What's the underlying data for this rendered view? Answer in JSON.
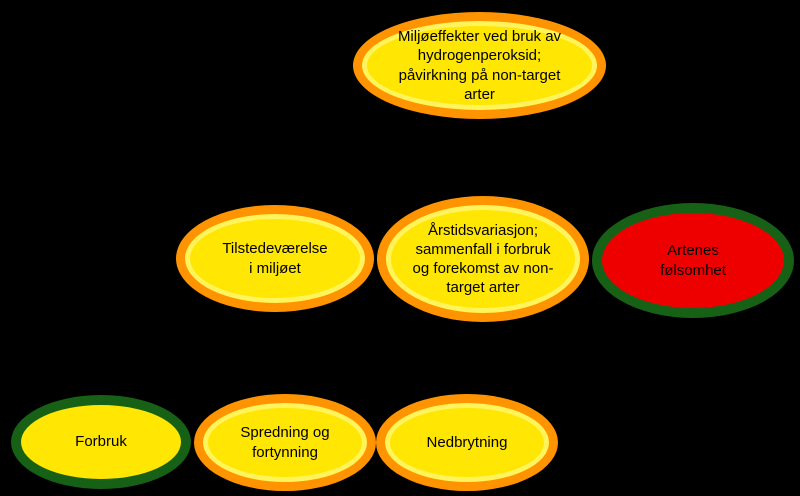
{
  "palette": {
    "background": "#000000",
    "node_yellow": "#FFE603",
    "border_orange": "#FF9400",
    "inner_ring": "#FFF45C",
    "border_green": "#176117",
    "fill_red": "#EF0000",
    "text": "#000000"
  },
  "diagram": {
    "nodes": [
      {
        "id": "miljoeffekter",
        "label": "Miljøeffekter ved bruk av\nhydrogenperoksid;\npåvirkning på non-target\narter",
        "fill": "#FFE603",
        "border": "#FF9400"
      },
      {
        "id": "tilstedevaerelse",
        "label": "Tilstedeværelse\ni miljøet",
        "fill": "#FFE603",
        "border": "#FF9400"
      },
      {
        "id": "arstidsvariasjon",
        "label": "Årstidsvariasjon;\nsammenfall i forbruk\nog forekomst av non-\ntarget arter",
        "fill": "#FFE603",
        "border": "#FF9400"
      },
      {
        "id": "artenes-folsomhet",
        "label": "Artenes\nfølsomhet",
        "fill": "#EF0000",
        "border": "#176117"
      },
      {
        "id": "forbruk",
        "label": "Forbruk",
        "fill": "#FFE603",
        "border": "#176117"
      },
      {
        "id": "spredning",
        "label": "Spredning og\nfortynning",
        "fill": "#FFE603",
        "border": "#FF9400"
      },
      {
        "id": "nedbrytning",
        "label": "Nedbrytning",
        "fill": "#FFE603",
        "border": "#FF9400"
      }
    ]
  }
}
